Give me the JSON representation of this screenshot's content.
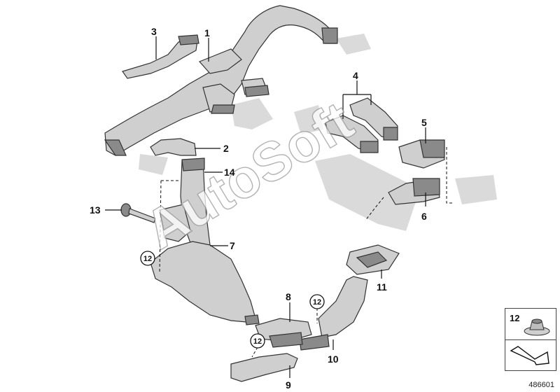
{
  "watermark": "AutoSoft",
  "image_id": "486601",
  "labels": {
    "l1": "1",
    "l2": "2",
    "l3": "3",
    "l4": "4",
    "l5": "5",
    "l6": "6",
    "l7": "7",
    "l8": "8",
    "l9": "9",
    "l10": "10",
    "l11": "11",
    "l13": "13",
    "l14": "14"
  },
  "circled_labels": {
    "c12a": "12",
    "c12b": "12",
    "c12c": "12"
  },
  "inset": {
    "number": "12"
  }
}
